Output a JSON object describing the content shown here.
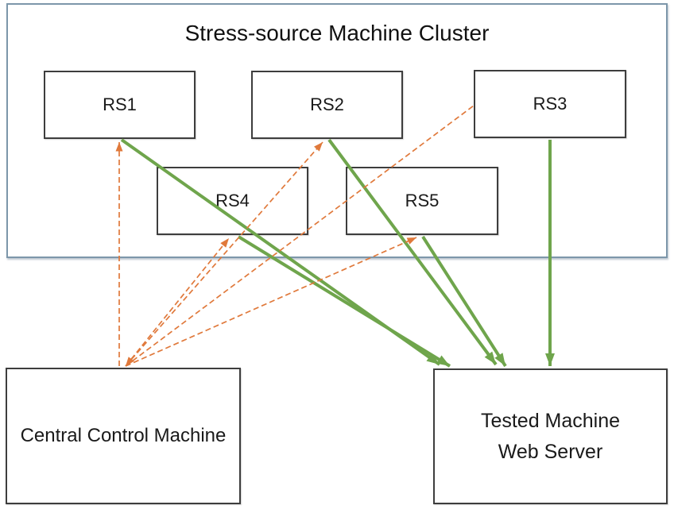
{
  "diagram": {
    "cluster": {
      "title": "Stress-source Machine Cluster"
    },
    "nodes": {
      "rs1": {
        "label": "RS1"
      },
      "rs2": {
        "label": "RS2"
      },
      "rs3": {
        "label": "RS3"
      },
      "rs4": {
        "label": "RS4"
      },
      "rs5": {
        "label": "RS5"
      },
      "central": {
        "label": "Central Control Machine"
      },
      "tested": {
        "line1": "Tested Machine",
        "line2": "Web Server"
      }
    },
    "colors": {
      "solid_arrow": "#6FA54C",
      "dashed_arrow": "#E0793B",
      "cluster_border": "#7D97AA",
      "node_border": "#3D3D3D"
    },
    "edges": [
      {
        "id": "rs1-tested",
        "from": "rs1",
        "to": "tested",
        "style": "solid",
        "points": [
          153,
          176,
          553,
          459
        ],
        "arrow_start": false,
        "arrow_end": true
      },
      {
        "id": "rs4-tested",
        "from": "rs4",
        "to": "tested",
        "style": "solid",
        "points": [
          300,
          298,
          566,
          461
        ],
        "arrow_start": false,
        "arrow_end": true
      },
      {
        "id": "rs2-tested",
        "from": "rs2",
        "to": "tested",
        "style": "solid",
        "points": [
          414,
          176,
          624,
          459
        ],
        "arrow_start": false,
        "arrow_end": true
      },
      {
        "id": "rs5-tested",
        "from": "rs5",
        "to": "tested",
        "style": "solid",
        "points": [
          532,
          298,
          636,
          461
        ],
        "arrow_start": false,
        "arrow_end": true
      },
      {
        "id": "rs3-tested",
        "from": "rs3",
        "to": "tested",
        "style": "solid",
        "points": [
          692,
          176,
          692,
          461
        ],
        "arrow_start": false,
        "arrow_end": true
      },
      {
        "id": "central-rs1",
        "from": "central",
        "to": "rs1",
        "style": "dashed",
        "points": [
          150,
          461,
          150,
          179
        ],
        "arrow_start": false,
        "arrow_end": true
      },
      {
        "id": "central-rs4",
        "from": "central",
        "to": "rs4",
        "style": "dashed",
        "points": [
          158,
          461,
          288,
          300
        ],
        "arrow_start": true,
        "arrow_end": true
      },
      {
        "id": "central-rs2",
        "from": "central",
        "to": "rs2",
        "style": "dashed",
        "points": [
          158,
          461,
          406,
          179
        ],
        "arrow_start": false,
        "arrow_end": true
      },
      {
        "id": "central-rs5",
        "from": "central",
        "to": "rs5",
        "style": "dashed",
        "points": [
          158,
          461,
          524,
          299
        ],
        "arrow_start": false,
        "arrow_end": true
      },
      {
        "id": "central-rs3",
        "from": "central",
        "to": "rs3",
        "style": "dashed",
        "points": [
          158,
          461,
          596,
          133
        ],
        "arrow_start": false,
        "arrow_end": false
      }
    ]
  }
}
